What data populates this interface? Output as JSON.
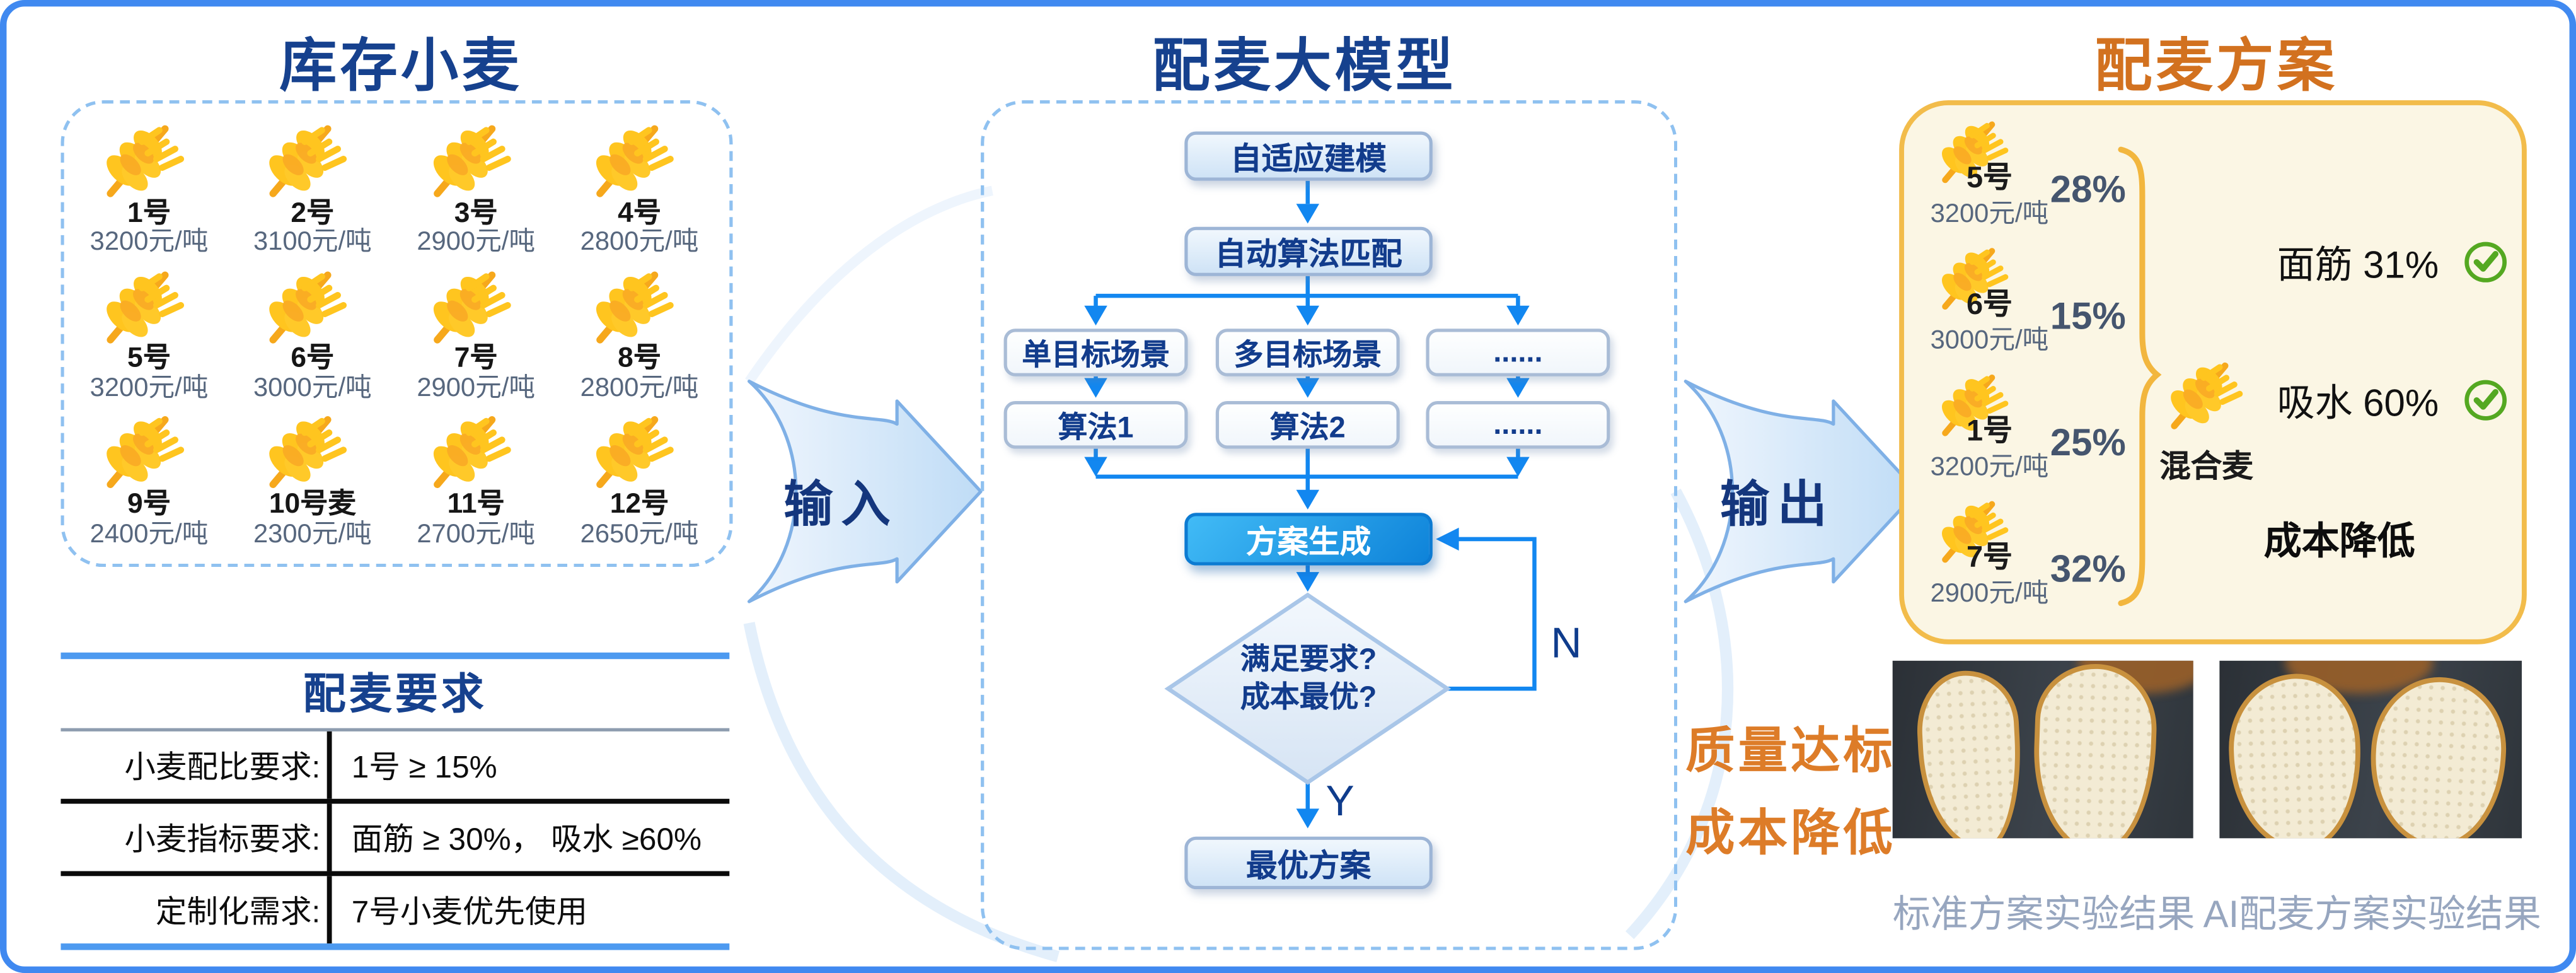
{
  "inventory": {
    "title": "库存小麦",
    "wheats": [
      {
        "name": "1号",
        "price": "3200元/吨"
      },
      {
        "name": "2号",
        "price": "3100元/吨"
      },
      {
        "name": "3号",
        "price": "2900元/吨"
      },
      {
        "name": "4号",
        "price": "2800元/吨"
      },
      {
        "name": "5号",
        "price": "3200元/吨"
      },
      {
        "name": "6号",
        "price": "3000元/吨"
      },
      {
        "name": "7号",
        "price": "2900元/吨"
      },
      {
        "name": "8号",
        "price": "2800元/吨"
      },
      {
        "name": "9号",
        "price": "2400元/吨"
      },
      {
        "name": "10号麦",
        "price": "2300元/吨"
      },
      {
        "name": "11号",
        "price": "2700元/吨"
      },
      {
        "name": "12号",
        "price": "2650元/吨"
      }
    ],
    "requirements": {
      "title": "配麦要求",
      "rows": [
        {
          "label": "小麦配比要求:",
          "value": "1号 ≥ 15%"
        },
        {
          "label": "小麦指标要求:",
          "value": "面筋 ≥ 30%， 吸水 ≥60%"
        },
        {
          "label": "定制化需求:",
          "value": "7号小麦优先使用"
        }
      ]
    }
  },
  "io": {
    "input": "输入",
    "output": "输出"
  },
  "model": {
    "title": "配麦大模型",
    "nodes": {
      "adaptive": "自适应建模",
      "auto_match": "自动算法匹配",
      "scene_single": "单目标场景",
      "scene_multi": "多目标场景",
      "scene_more": "......",
      "algo_1": "算法1",
      "algo_2": "算法2",
      "algo_more": "......",
      "generate": "方案生成",
      "decision_line1": "满足要求?",
      "decision_line2": "成本最优?",
      "optimal": "最优方案",
      "label_no": "N",
      "label_yes": "Y"
    }
  },
  "plan": {
    "title": "配麦方案",
    "mix": [
      {
        "name": "5号",
        "price": "3200元/吨",
        "pct": "28%"
      },
      {
        "name": "6号",
        "price": "3000元/吨",
        "pct": "15%"
      },
      {
        "name": "1号",
        "price": "3200元/吨",
        "pct": "25%"
      },
      {
        "name": "7号",
        "price": "2900元/吨",
        "pct": "32%"
      }
    ],
    "mixed_label": "混合麦",
    "metrics": [
      {
        "label": "面筋 31%"
      },
      {
        "label": "吸水 60%"
      }
    ],
    "cost_note": "成本降低",
    "benefits": [
      "质量达标",
      "成本降低"
    ],
    "photos": [
      {
        "caption": "标准方案实验结果"
      },
      {
        "caption": "AI配麦方案实验结果"
      }
    ]
  },
  "colors": {
    "frame_blue": "#4089F0",
    "navy": "#16418E",
    "flow_blue": "#1287F0",
    "orange_title": "#D2711F",
    "orange_benefit": "#DD7C28",
    "gold": "#F2BC4B",
    "cream": "#FBF6E4",
    "green_check": "#54A821",
    "wheat_gold": "#FFC51F",
    "wheat_accent": "#F6A81C",
    "percent_slate": "#45556E",
    "price_gray": "#57677E",
    "caption_gray": "#97A6BF"
  }
}
